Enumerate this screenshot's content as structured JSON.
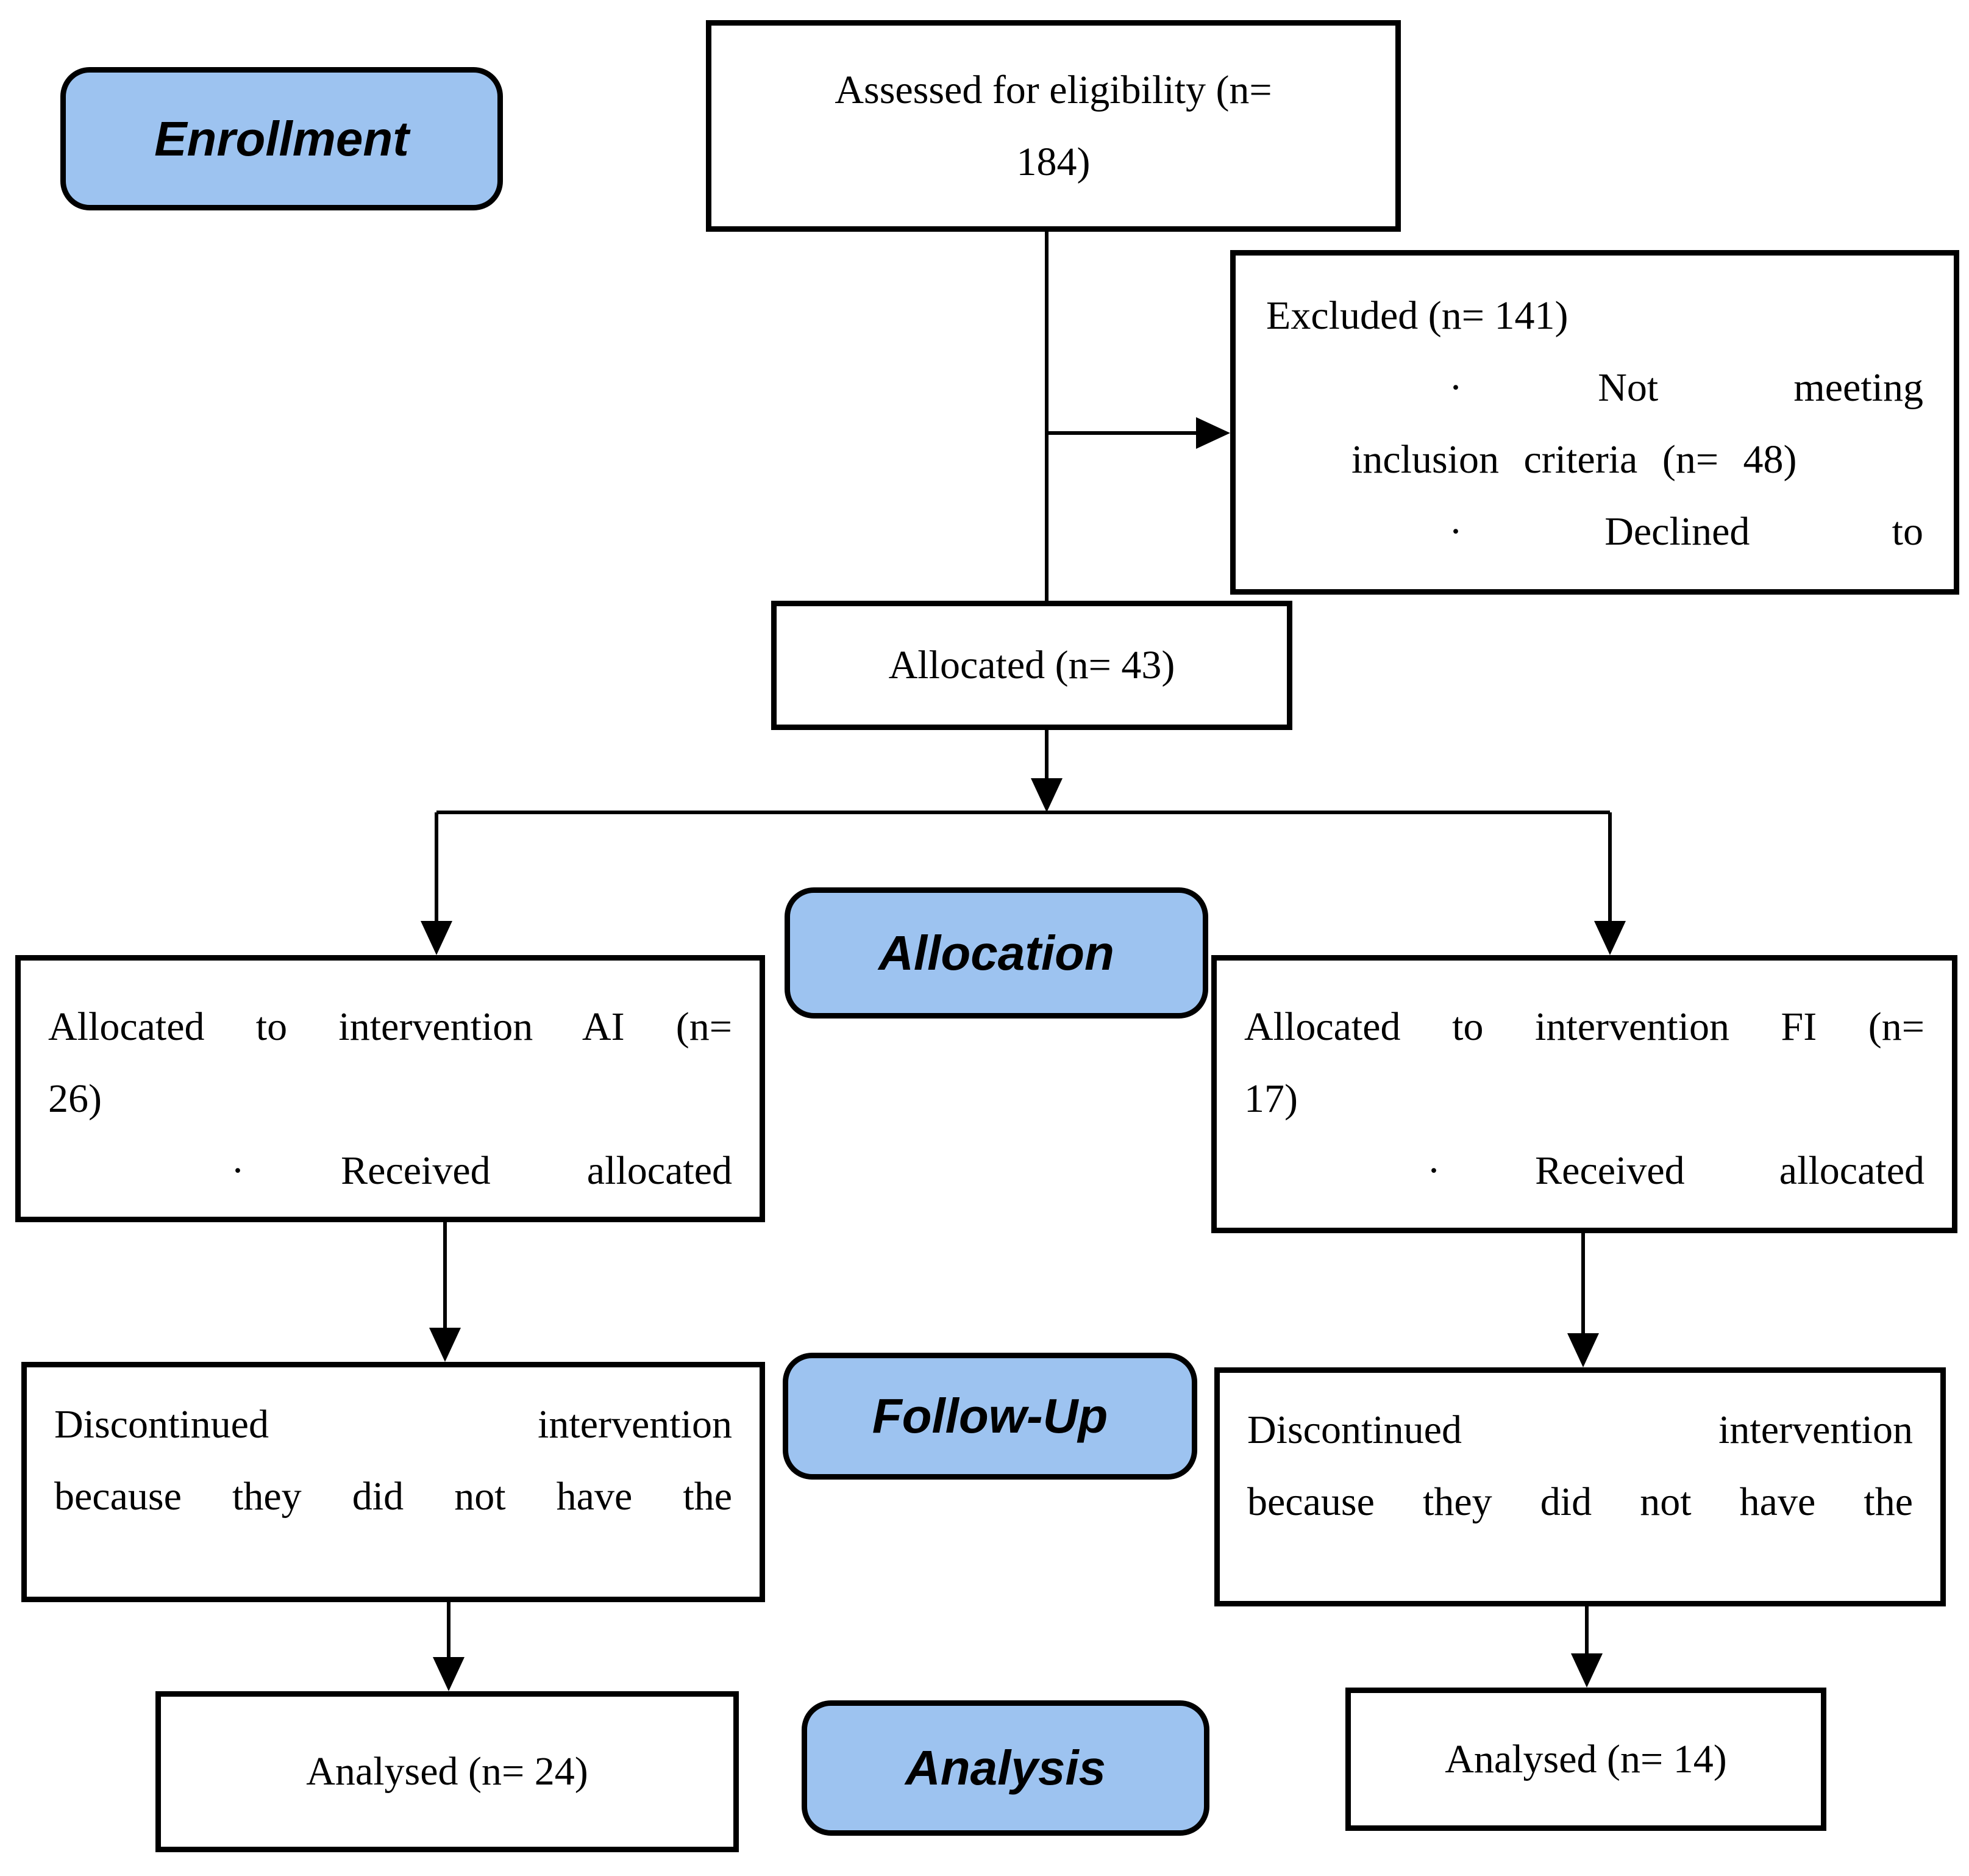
{
  "stages": {
    "enrollment": "Enrollment",
    "allocation": "Allocation",
    "followup": "Follow-Up",
    "analysis": "Analysis"
  },
  "boxes": {
    "assessed": {
      "lines": [
        "Assessed for eligibility (n=",
        "184)"
      ]
    },
    "excluded": {
      "lines": [
        "Excluded (n= 141)",
        "· Not meeting",
        "inclusion criteria (n= 48)",
        "· Declined to"
      ]
    },
    "allocated": {
      "text": "Allocated (n= 43)"
    },
    "alloc_ai": {
      "lines": [
        "Allocated to intervention AI (n=",
        "26)",
        "· Received allocated"
      ]
    },
    "alloc_fi": {
      "lines": [
        "Allocated to intervention FI (n=",
        "17)",
        "· Received allocated"
      ]
    },
    "disc_left": {
      "lines": [
        "Discontinued intervention",
        "because they did not have the"
      ]
    },
    "disc_right": {
      "lines": [
        "Discontinued intervention",
        "because they did not have the"
      ]
    },
    "analysed_left": {
      "text": "Analysed (n= 24)"
    },
    "analysed_right": {
      "text": "Analysed (n= 14)"
    }
  },
  "colors": {
    "stage_fill": "#9DC3F0",
    "line": "#000000",
    "box_fill": "#FFFFFF"
  }
}
